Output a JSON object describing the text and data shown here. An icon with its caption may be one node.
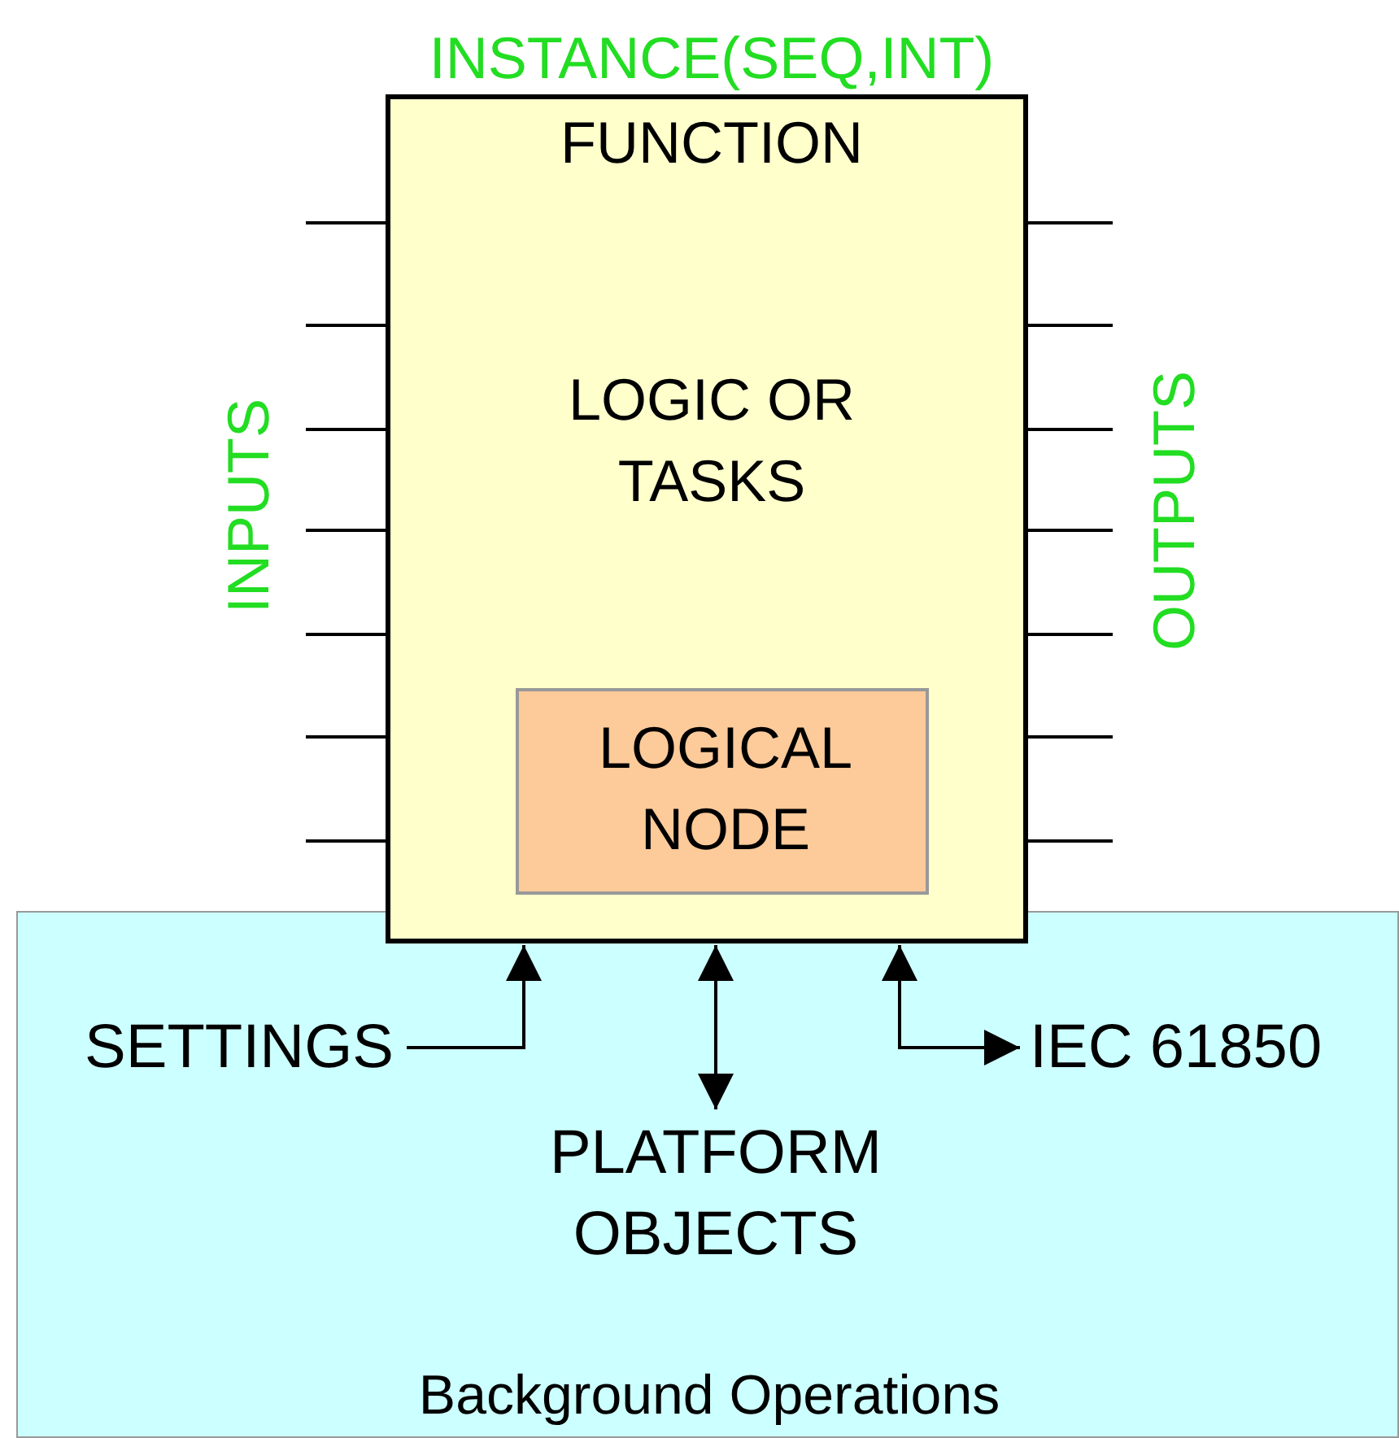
{
  "diagram": {
    "nodes": [
      {
        "text": [
          "Background Operations"
        ]
      },
      {
        "text": [
          "INSTANCE(SEQ,INT)",
          "FUNCTION",
          "LOGIC OR TASKS"
        ]
      },
      {
        "text": [
          "LOGICAL NODE"
        ],
        "in": 1
      },
      {
        "text": [
          "SETTINGS"
        ],
        "in": 0
      },
      {
        "text": [
          "PLATFORM OBJECTS"
        ],
        "in": 0
      },
      {
        "text": [
          "IEC 61850"
        ],
        "in": 0
      }
    ],
    "edges": [
      {
        "from": null,
        "to": 1,
        "arrow": "none"
      },
      {
        "from": null,
        "to": 1,
        "arrow": "none"
      },
      {
        "from": null,
        "to": 1,
        "arrow": "none"
      },
      {
        "from": null,
        "to": 1,
        "arrow": "none"
      },
      {
        "from": null,
        "to": 1,
        "arrow": "none"
      },
      {
        "from": null,
        "to": 1,
        "arrow": "none"
      },
      {
        "from": null,
        "to": 1,
        "arrow": "none"
      },
      {
        "from": 1,
        "to": null,
        "arrow": "none"
      },
      {
        "from": 1,
        "to": null,
        "arrow": "none"
      },
      {
        "from": 1,
        "to": null,
        "arrow": "none"
      },
      {
        "from": 1,
        "to": null,
        "arrow": "none"
      },
      {
        "from": 1,
        "to": null,
        "arrow": "none"
      },
      {
        "from": 1,
        "to": null,
        "arrow": "none"
      },
      {
        "from": 1,
        "to": null,
        "arrow": "none"
      },
      {
        "from": 3,
        "to": 1,
        "arrow": "to"
      },
      {
        "from": 1,
        "to": 4,
        "arrow": "both"
      },
      {
        "from": 1,
        "to": 5,
        "arrow": "both"
      }
    ],
    "labels": [
      "INPUTS",
      "OUTPUTS"
    ]
  }
}
